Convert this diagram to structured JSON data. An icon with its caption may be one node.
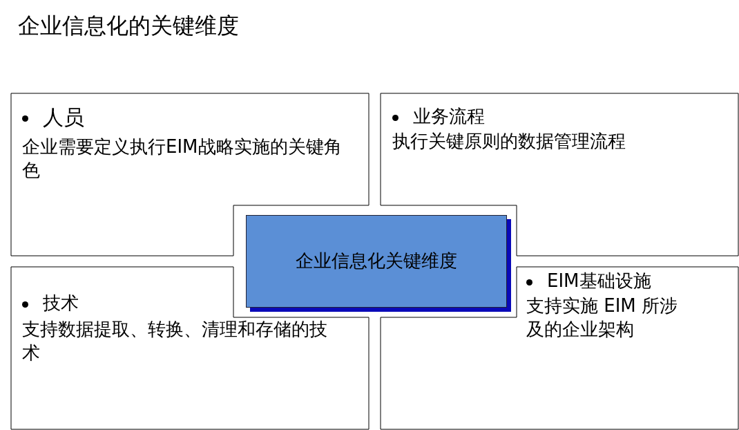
{
  "diagram": {
    "title": "企业信息化的关键维度",
    "nodes": [
      {
        "text": [
          "人员",
          "企业需要定义执行EIM战略实施的关键角色"
        ]
      },
      {
        "text": [
          "业务流程",
          "执行关键原则的数据管理流程"
        ]
      },
      {
        "text": [
          "技术",
          "支持数据提取、转换、清理和存储的技术"
        ]
      },
      {
        "text": [
          "EIM基础设施",
          "支持实施 EIM 所涉及的企业架构"
        ]
      },
      {
        "text": [
          "企业信息化关键维度"
        ]
      }
    ]
  }
}
